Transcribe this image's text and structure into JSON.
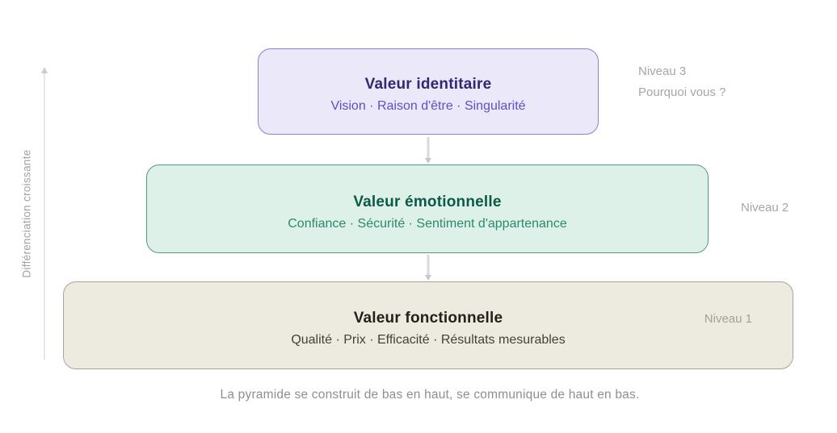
{
  "axis": {
    "label": "Différenciation croissante",
    "label_color": "#a2a2a0",
    "line_color": "#e9e7e3",
    "arrowhead_color": "#cfcdc9"
  },
  "levels": [
    {
      "id": "identitaire",
      "title": "Valeur identitaire",
      "subtitle": "Vision · Raison d'être · Singularité",
      "level_label": "Niveau 3",
      "level_sublabel": "Pourquoi vous ?",
      "bg_color": "#eae8f9",
      "border_color": "#8b7fd2",
      "title_color": "#2f2a70",
      "subtitle_color": "#5a52c4"
    },
    {
      "id": "emotionnelle",
      "title": "Valeur émotionnelle",
      "subtitle": "Confiance · Sécurité · Sentiment d'appartenance",
      "level_label": "Niveau 2",
      "bg_color": "#ddf1e8",
      "border_color": "#559a80",
      "title_color": "#0d5948",
      "subtitle_color": "#2a8a6e"
    },
    {
      "id": "fonctionnelle",
      "title": "Valeur fonctionnelle",
      "subtitle": "Qualité · Prix · Efficacité · Résultats mesurables",
      "level_label": "Niveau 1",
      "bg_color": "#edeae0",
      "border_color": "#aaa496",
      "title_color": "#23211b",
      "subtitle_color": "#44413a"
    }
  ],
  "connector_color": "#d9d9d9",
  "caption": "La pyramide se construit de bas en haut, se communique de haut en bas."
}
